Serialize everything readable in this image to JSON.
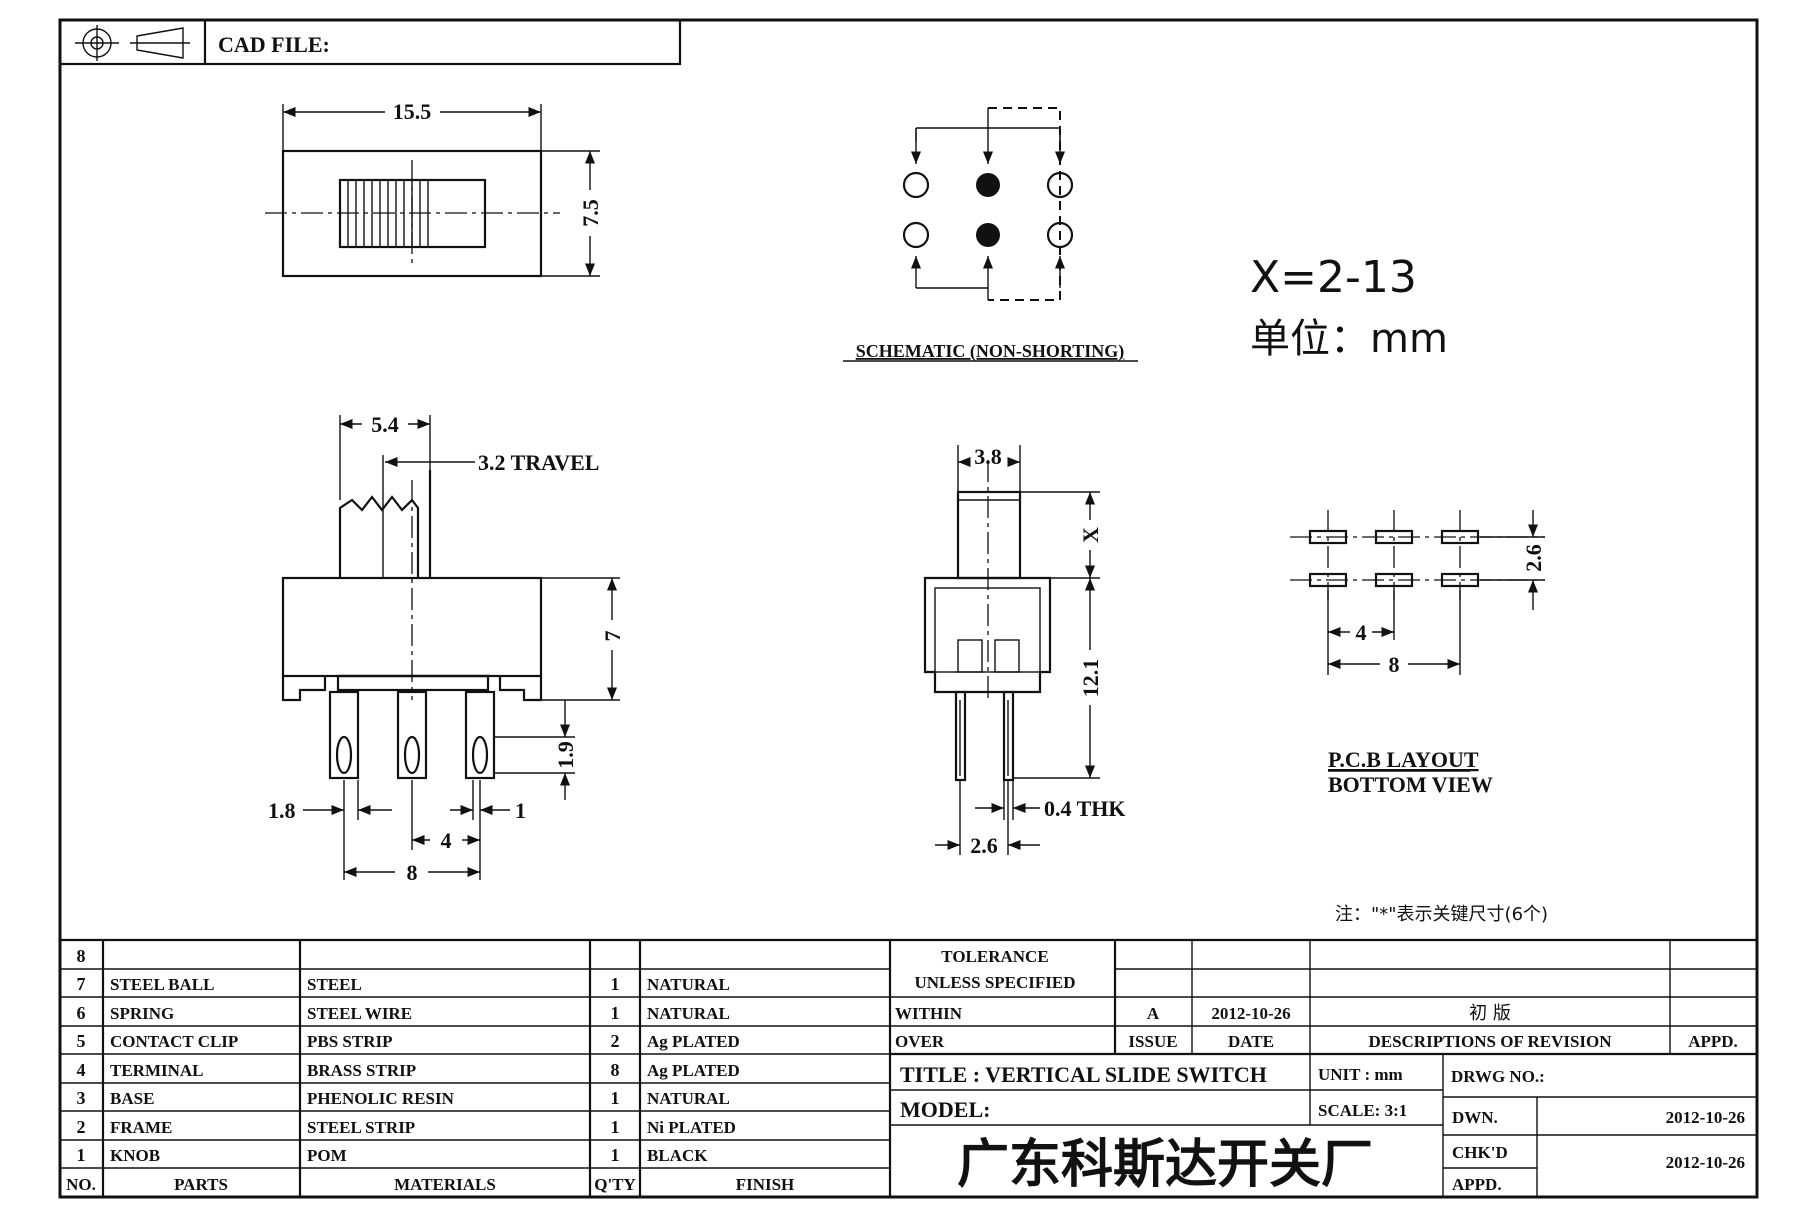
{
  "header": {
    "cad_file_label": "CAD FILE:",
    "projection_icon": "third-angle-projection-icon"
  },
  "top_view": {
    "width_dim": "15.5",
    "height_dim": "7.5"
  },
  "schematic": {
    "caption": "SCHEMATIC (NON-SHORTING)"
  },
  "notes": {
    "x_range": "X=2-13",
    "unit_note": "单位：mm",
    "footnote": "注：\"*\"表示关键尺寸(6个)"
  },
  "side_view": {
    "dim_knob_width": "5.4",
    "dim_travel": "3.2 TRAVEL",
    "dim_body_height": "7",
    "dim_pin_slot": "1.9",
    "dim_left": "1.8",
    "dim_right": "1",
    "dim_pitch": "4",
    "dim_span": "8"
  },
  "end_view": {
    "dim_knob": "3.8",
    "dim_x": "X",
    "dim_height": "12.1",
    "dim_thk": "0.4 THK",
    "dim_pin_span": "2.6"
  },
  "pcb_layout": {
    "dim_row_pitch": "2.6",
    "dim_pitch": "4",
    "dim_span": "8",
    "caption_line1": "P.C.B LAYOUT",
    "caption_line2": "BOTTOM VIEW"
  },
  "bom": {
    "headers": {
      "no": "NO.",
      "parts": "PARTS",
      "materials": "MATERIALS",
      "qty": "Q'TY",
      "finish": "FINISH"
    },
    "rows": [
      {
        "no": "8",
        "part": "",
        "material": "",
        "qty": "",
        "finish": ""
      },
      {
        "no": "7",
        "part": "STEEL BALL",
        "material": "STEEL",
        "qty": "1",
        "finish": "NATURAL"
      },
      {
        "no": "6",
        "part": "SPRING",
        "material": "STEEL WIRE",
        "qty": "1",
        "finish": "NATURAL"
      },
      {
        "no": "5",
        "part": "CONTACT CLIP",
        "material": "PBS STRIP",
        "qty": "2",
        "finish": "Ag PLATED"
      },
      {
        "no": "4",
        "part": "TERMINAL",
        "material": "BRASS STRIP",
        "qty": "8",
        "finish": "Ag PLATED"
      },
      {
        "no": "3",
        "part": "BASE",
        "material": "PHENOLIC RESIN",
        "qty": "1",
        "finish": "NATURAL"
      },
      {
        "no": "2",
        "part": "FRAME",
        "material": "STEEL STRIP",
        "qty": "1",
        "finish": "Ni PLATED"
      },
      {
        "no": "1",
        "part": "KNOB",
        "material": "POM",
        "qty": "1",
        "finish": "BLACK"
      }
    ]
  },
  "tolerance": {
    "line1": "TOLERANCE",
    "line2": "UNLESS SPECIFIED",
    "within": "WITHIN",
    "over": "OVER"
  },
  "revision": {
    "issue_value": "A",
    "date_value": "2012-10-26",
    "description_value": "初 版",
    "issue_label": "ISSUE",
    "date_label": "DATE",
    "description_label": "DESCRIPTIONS OF REVISION",
    "appd_label": "APPD."
  },
  "title_block": {
    "title": "TITLE :  VERTICAL SLIDE SWITCH",
    "unit": "UNIT :  mm",
    "drawing_no_label": "DRWG NO.:",
    "model_label": "MODEL:",
    "scale": "SCALE:  3:1",
    "company": "广东科斯达开关厂",
    "dwn_label": "DWN.",
    "dwn_date": "2012-10-26",
    "chkd_label": "CHK'D",
    "chkd_date": "2012-10-26",
    "appd_label": "APPD."
  }
}
